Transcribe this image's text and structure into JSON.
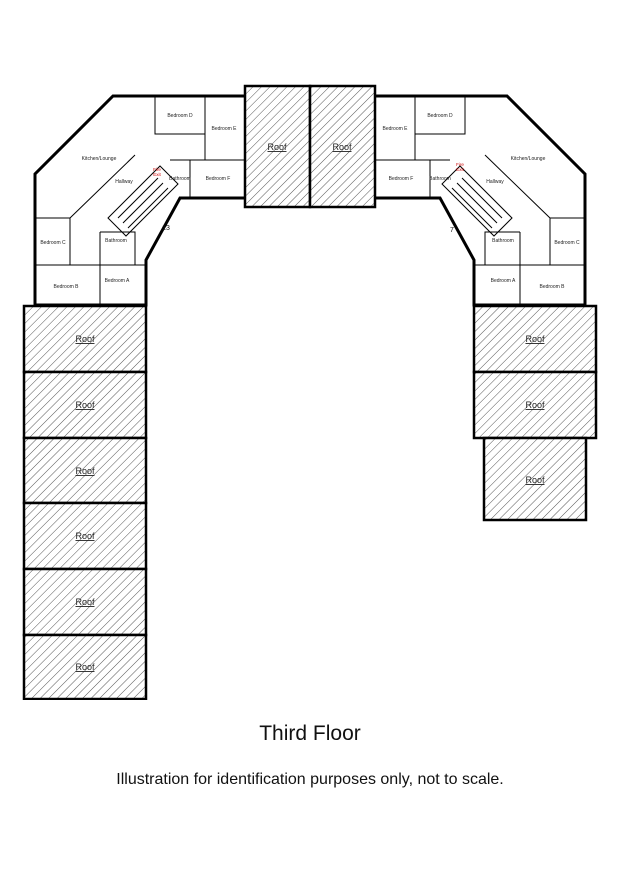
{
  "title": "Third Floor",
  "disclaimer": "Illustration for identification purposes only, not to scale.",
  "units": {
    "left": {
      "number": "13",
      "rooms": {
        "kitchen": "Kitchen/Lounge",
        "hallway": "Hallway",
        "bedroom_a": "Bedroom A",
        "bedroom_b": "Bedroom B",
        "bedroom_c": "Bedroom C",
        "bedroom_d": "Bedroom D",
        "bedroom_e": "Bedroom E",
        "bedroom_f": "Bedroom F",
        "bathroom_1": "Bathroom",
        "bathroom_2": "Bathroom"
      },
      "fire_exit": [
        "Fire",
        "Exit"
      ]
    },
    "right": {
      "number": "7",
      "rooms": {
        "kitchen": "Kitchen/Lounge",
        "hallway": "Hallway",
        "bedroom_a": "Bedroom A",
        "bedroom_b": "Bedroom B",
        "bedroom_c": "Bedroom C",
        "bedroom_d": "Bedroom D",
        "bedroom_e": "Bedroom E",
        "bedroom_f": "Bedroom F",
        "bathroom_1": "Bathroom",
        "bathroom_2": "Bathroom"
      },
      "fire_exit": [
        "Fire",
        "Exit"
      ]
    }
  },
  "roof_label": "Roof",
  "colors": {
    "line": "#000000",
    "fire": "#cc0000",
    "background": "#ffffff"
  }
}
